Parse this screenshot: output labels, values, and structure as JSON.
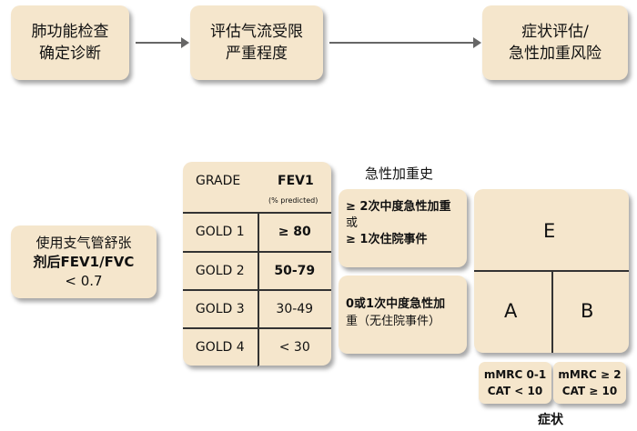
{
  "flow": {
    "steps": [
      {
        "line1": "肺功能检查",
        "line2": "确定诊断"
      },
      {
        "line1": "评估气流受限",
        "line2": "严重程度"
      },
      {
        "line1": "症状评估/",
        "line2": "急性加重风险"
      }
    ]
  },
  "spirometry": {
    "line1": "使用支气管舒张",
    "line2": "剂后FEV1/FVC",
    "line3": "< 0.7"
  },
  "gold_table": {
    "header_grade": "GRADE",
    "header_fev1": "FEV1",
    "header_note": "(% predicted)",
    "rows": [
      {
        "grade": "GOLD 1",
        "fev1": "≥ 80"
      },
      {
        "grade": "GOLD 2",
        "fev1": "50-79"
      },
      {
        "grade": "GOLD 3",
        "fev1": "30-49"
      },
      {
        "grade": "GOLD 4",
        "fev1": "< 30"
      }
    ]
  },
  "exacerbation": {
    "title": "急性加重史",
    "high": {
      "line1": "≥ 2次中度急性加重",
      "line2": "或",
      "line3": "≥ 1次住院事件"
    },
    "low": {
      "line1": "0或1次中度急性加",
      "line2": "重（无住院事件）"
    }
  },
  "groups": {
    "e": "E",
    "a": "A",
    "b": "B"
  },
  "symptoms": {
    "title": "症状",
    "low": {
      "line1": "mMRC 0-1",
      "line2": "CAT < 10"
    },
    "high": {
      "line1": "mMRC ≥ 2",
      "line2": "CAT ≥ 10"
    }
  }
}
